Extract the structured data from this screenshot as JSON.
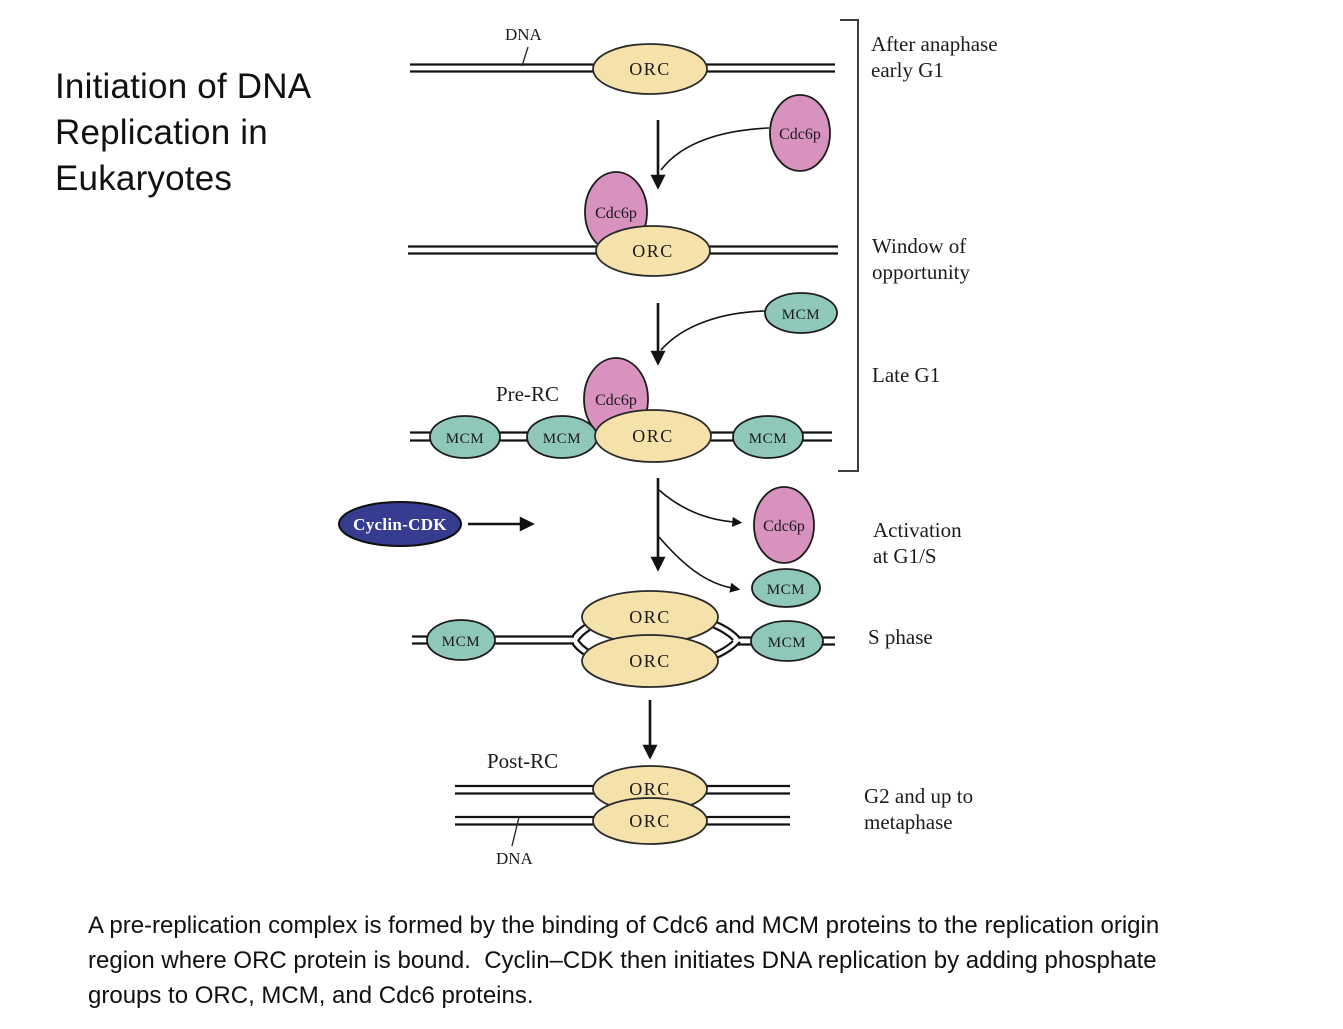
{
  "title": "Initiation of DNA\nReplication in\nEukaryotes",
  "proteins": {
    "orc": "ORC",
    "cdc6p": "Cdc6p",
    "mcm": "MCM",
    "cyclin_cdk": "Cyclin-CDK"
  },
  "annotations": {
    "dna_top": "DNA",
    "dna_bottom": "DNA",
    "pre_rc": "Pre-RC",
    "post_rc": "Post-RC"
  },
  "stages": {
    "after_anaphase": "After anaphase\nearly G1",
    "window": "Window of\nopportunity",
    "late_g1": "Late G1",
    "activation": "Activation\nat G1/S",
    "s_phase": "S phase",
    "g2": "G2 and up to\nmetaphase"
  },
  "caption": "A pre-replication complex is formed by the binding of Cdc6 and MCM proteins to the replication origin\nregion where ORC protein is bound.  Cyclin–CDK then initiates DNA replication by adding phosphate\ngroups to ORC, MCM, and Cdc6 proteins.",
  "colors": {
    "orc_fill": "#F5E2AB",
    "cdc6p_fill": "#D792BE",
    "mcm_fill": "#8FC8BB",
    "cyclin_cdk_fill": "#363C90",
    "outline": "#1a1a1a",
    "background": "#ffffff"
  }
}
